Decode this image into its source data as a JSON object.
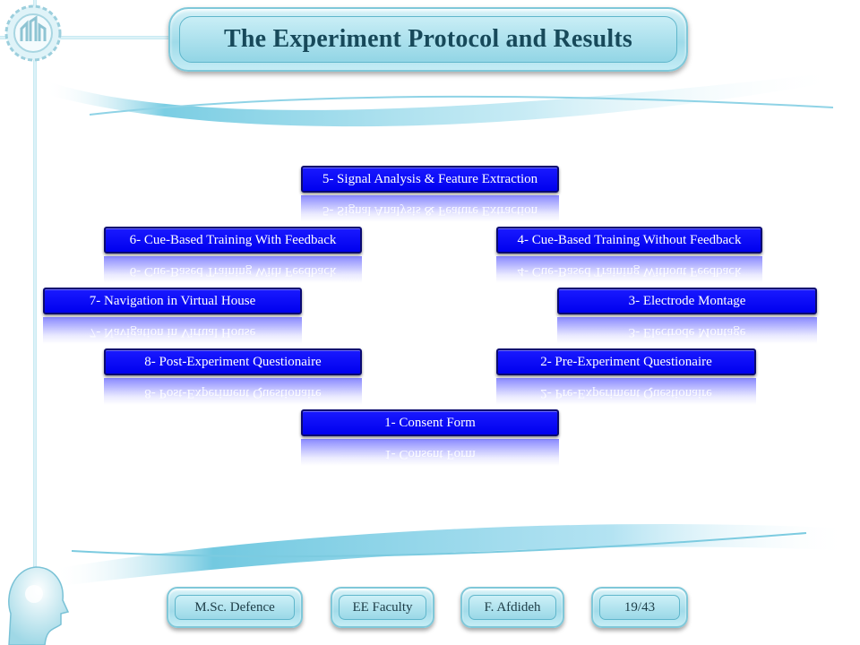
{
  "slide": {
    "title": "The Experiment Protocol and Results"
  },
  "steps": [
    {
      "label": "5- Signal Analysis & Feature Extraction"
    },
    {
      "label": "6- Cue-Based Training With Feedback"
    },
    {
      "label": "4- Cue-Based Training Without Feedback"
    },
    {
      "label": "7- Navigation in Virtual House"
    },
    {
      "label": "3- Electrode Montage"
    },
    {
      "label": "8- Post-Experiment Questionaire"
    },
    {
      "label": "2- Pre-Experiment Questionaire"
    },
    {
      "label": "1- Consent Form"
    }
  ],
  "footer": {
    "degree": "M.Sc. Defence",
    "faculty": "EE Faculty",
    "author": "F. Afdideh",
    "page": "19/43"
  },
  "colors": {
    "step_fill": "#0000ee",
    "title_text": "#17495a",
    "accent": "#9fdbe9"
  },
  "icons": {
    "logo": "university-emblem-icon",
    "corner_figure": "human-head-icon"
  }
}
